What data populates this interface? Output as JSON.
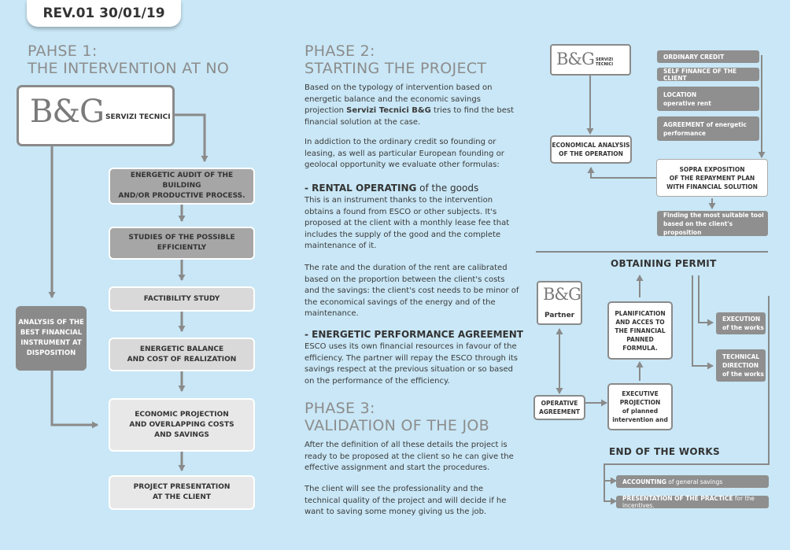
{
  "revision": "REV.01 30/01/19",
  "phase1": {
    "title": [
      "PAHSE 1:",
      "THE INTERVENTION AT NO"
    ],
    "logo": {
      "mark": "B&G",
      "text": "SERVIZI TECNICI"
    },
    "steps": [
      [
        "ENERGETIC AUDIT OF THE BUILDING",
        "AND/OR PRODUCTIVE PROCESS."
      ],
      [
        "STUDIES OF THE POSSIBLE",
        "EFFICIENTLY"
      ],
      [
        "FACTIBILITY STUDY"
      ],
      [
        "ENERGETIC BALANCE",
        "AND COST OF REALIZATION"
      ],
      [
        "ECONOMIC PROJECTION",
        "AND OVERLAPPING COSTS",
        "AND SAVINGS"
      ],
      [
        "PROJECT PRESENTATION",
        "AT THE CLIENT"
      ]
    ],
    "analysis": [
      "ANALYSIS OF THE",
      "BEST FINANCIAL",
      "INSTRUMENT AT",
      "DISPOSITION"
    ]
  },
  "phase2": {
    "title": [
      "PHASE 2:",
      "STARTING THE PROJECT"
    ],
    "intro": [
      "Based on the typology of intervention based on",
      "energetic balance and the economic savings",
      "projection ",
      "Servizi Tecnici B&G",
      " tries to find the best",
      "financial solution at the case."
    ],
    "para2": [
      "In addiction to the ordinary credit so founding or",
      "leasing, as well as particular European founding or",
      "geolocal opportunity we evaluate other formulas:"
    ],
    "rental_head": [
      "- RENTAL OPERATING",
      " of the goods"
    ],
    "rental_text": [
      "This is an instrument thanks to the intervention",
      "obtains a found from ESCO or other subjects. It's",
      "proposed at the client with a monthly lease fee that",
      "includes the supply of the good and the complete",
      "maintenance of it."
    ],
    "rate_text": [
      "The rate and the duration of the rent are calibrated",
      "based on the proportion between the client's costs",
      "and the savings: the client's cost needs to be minor of",
      "the economical savings of the energy and of the",
      "maintenance."
    ],
    "epa_head": "- ENERGETIC PERFORMANCE AGREEMENT",
    "epa_text": [
      "ESCO uses its own financial resources in favour of the",
      "efficiency. The partner will repay the ESCO through its",
      "savings respect at the previous situation or so based",
      "on the performance of the efficiency."
    ]
  },
  "phase3": {
    "title": [
      "PHASE 3:",
      "VALIDATION OF THE JOB"
    ],
    "text1": [
      "After the definition of all these details the project is",
      "ready to be proposed at the client so he can give the",
      "effective assignment and start the procedures."
    ],
    "text2": [
      "The client will see the professionality and the",
      "technical quality of the project and will decide if he",
      "want to saving some money giving us the job."
    ]
  },
  "right_top": {
    "logo": {
      "mark": "B&G",
      "text": "SERVIZI TECNICI"
    },
    "economical": [
      "ECONOMICAL ANALYSIS",
      "OF THE OPERATION"
    ],
    "tags": [
      [
        "ORDINARY CREDIT"
      ],
      [
        "SELF FINANCE OF THE CLIENT"
      ],
      [
        "LOCATION",
        "operative rent"
      ],
      [
        "AGREEMENT of energetic",
        "performance"
      ]
    ],
    "sopra": [
      "SOPRA EXPOSITION",
      "OF THE REPAYMENT PLAN",
      "WITH FINANCIAL SOLUTION"
    ],
    "finding": [
      "Finding the most suitable tool",
      "based on the client's proposition"
    ]
  },
  "right_bottom": {
    "obtaining_permit": "OBTAINING PERMIT",
    "partner_logo": {
      "mark": "B&G",
      "text": "Partner"
    },
    "planification": [
      "PLANIFICATION",
      "AND ACCES TO",
      "THE FINANCIAL",
      "PANNED FORMULA."
    ],
    "operative": [
      "OPERATIVE",
      "AGREEMENT"
    ],
    "executive": [
      "EXECUTIVE",
      "PROJECTION",
      "of planned",
      "intervention and"
    ],
    "execution": [
      "EXECUTION",
      "of the works"
    ],
    "technical": [
      "TECHNICAL",
      "DIRECTION",
      "of the works"
    ],
    "end_of_works": "END OF THE WORKS",
    "accounting": [
      "ACCOUNTING",
      " of general savings"
    ],
    "presentation": [
      "PRESENTATION OF THE PRACTICE",
      " for the incentives."
    ]
  },
  "colors": {
    "background": "#c9e7f6",
    "dark_box": "#8a8a8a",
    "mid_box": "#a6a6a6",
    "light_box": "#d9d9d9",
    "title_grey": "#8c8c8c",
    "arrow": "#8a8a8a"
  }
}
